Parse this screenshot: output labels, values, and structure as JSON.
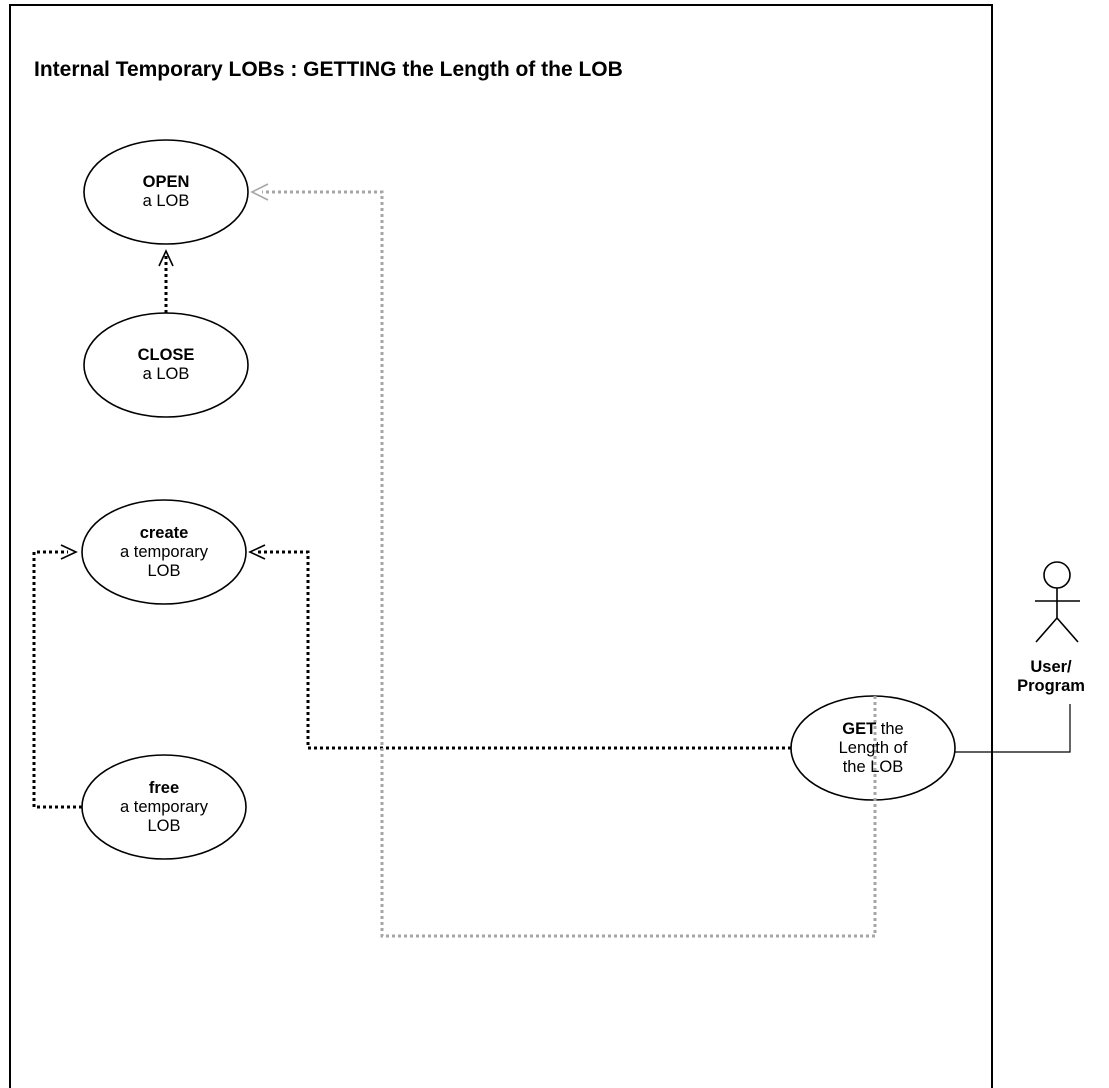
{
  "title": "Internal Temporary LOBs : GETTING the Length of the LOB",
  "use_cases": {
    "open": {
      "bold": "OPEN",
      "text": "a LOB"
    },
    "close": {
      "bold": "CLOSE",
      "text": "a LOB"
    },
    "create": {
      "bold": "create",
      "line2": "a temporary",
      "line3": "LOB"
    },
    "free": {
      "bold": "free",
      "line2": "a temporary",
      "line3": "LOB"
    },
    "get": {
      "bold": "GET",
      "line1_rest": " the",
      "line2": "Length of",
      "line3": "the LOB"
    }
  },
  "actor": {
    "line1": "User/",
    "line2": "Program"
  },
  "colors": {
    "line": "#000000",
    "gray_dependency": "#a6a6a6"
  }
}
